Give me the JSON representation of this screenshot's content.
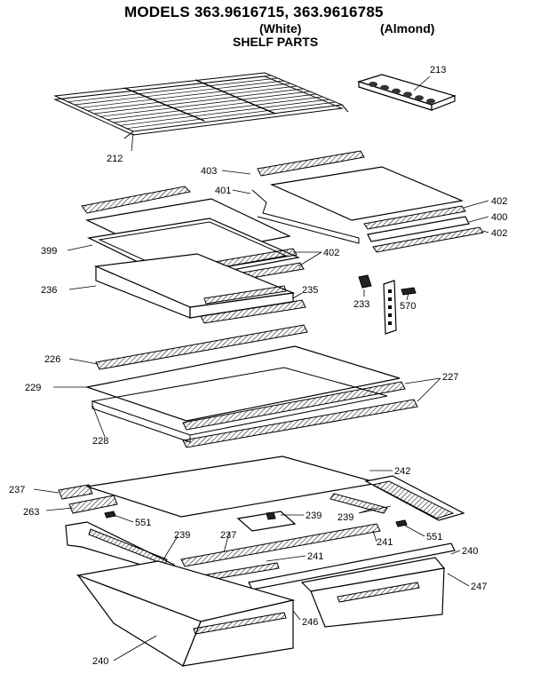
{
  "header": {
    "title": "MODELS 363.9616715, 363.9616785",
    "variant_white": "(White)",
    "variant_almond": "(Almond)",
    "subtitle": "SHELF PARTS"
  },
  "callouts": [
    {
      "id": "213",
      "label": "213"
    },
    {
      "id": "212",
      "label": "212"
    },
    {
      "id": "403",
      "label": "403"
    },
    {
      "id": "401",
      "label": "401"
    },
    {
      "id": "402a",
      "label": "402"
    },
    {
      "id": "400",
      "label": "400"
    },
    {
      "id": "402b",
      "label": "402"
    },
    {
      "id": "399",
      "label": "399"
    },
    {
      "id": "402c",
      "label": "402"
    },
    {
      "id": "236",
      "label": "236"
    },
    {
      "id": "235",
      "label": "235"
    },
    {
      "id": "233",
      "label": "233"
    },
    {
      "id": "570",
      "label": "570"
    },
    {
      "id": "226",
      "label": "226"
    },
    {
      "id": "227",
      "label": "227"
    },
    {
      "id": "229",
      "label": "229"
    },
    {
      "id": "228",
      "label": "228"
    },
    {
      "id": "242",
      "label": "242"
    },
    {
      "id": "237a",
      "label": "237"
    },
    {
      "id": "263",
      "label": "263"
    },
    {
      "id": "551a",
      "label": "551"
    },
    {
      "id": "239a",
      "label": "239"
    },
    {
      "id": "239b",
      "label": "239"
    },
    {
      "id": "551b",
      "label": "551"
    },
    {
      "id": "239c",
      "label": "239"
    },
    {
      "id": "237b",
      "label": "237"
    },
    {
      "id": "241a",
      "label": "241"
    },
    {
      "id": "241b",
      "label": "241"
    },
    {
      "id": "240a",
      "label": "240"
    },
    {
      "id": "247",
      "label": "247"
    },
    {
      "id": "246",
      "label": "246"
    },
    {
      "id": "240b",
      "label": "240"
    }
  ]
}
